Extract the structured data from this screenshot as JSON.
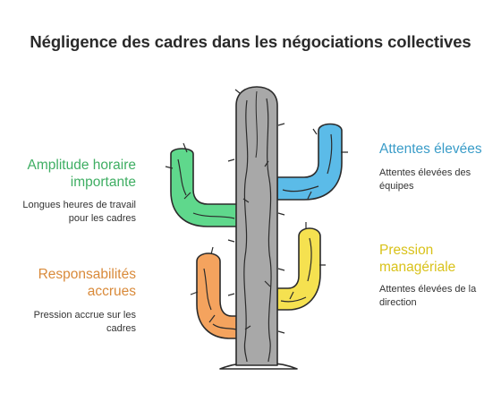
{
  "title": "Négligence des cadres dans les négociations collectives",
  "colors": {
    "green": "#5fd88c",
    "orange": "#f4a35e",
    "blue": "#5bbbe8",
    "yellow": "#f5e150",
    "trunk": "#a8a8a8",
    "green_text": "#3fae63",
    "orange_text": "#d98a3a",
    "blue_text": "#3a9cc8",
    "yellow_text": "#d9c21a"
  },
  "left": [
    {
      "heading_lines": [
        "Amplitude horaire",
        "importante"
      ],
      "desc_lines": [
        "Longues heures de travail",
        "pour les cadres"
      ]
    },
    {
      "heading_lines": [
        "Responsabilités",
        "accrues"
      ],
      "desc_lines": [
        "Pression accrue sur les",
        "cadres"
      ]
    }
  ],
  "right": [
    {
      "heading_lines": [
        "Attentes élevées"
      ],
      "desc_lines": [
        "Attentes élevées des",
        "équipes"
      ]
    },
    {
      "heading_lines": [
        "Pression",
        "managériale"
      ],
      "desc_lines": [
        "Attentes élevées de la",
        "direction"
      ]
    }
  ]
}
